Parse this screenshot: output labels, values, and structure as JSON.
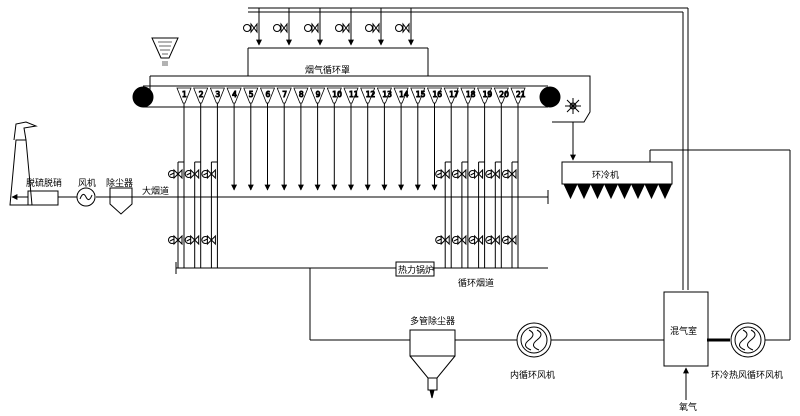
{
  "labels": {
    "flue_gas_hood": "烟气循环罩",
    "desulfurization": "脱硫脱硝",
    "fan": "风机",
    "dust_collector": "除尘器",
    "main_flue": "大烟道",
    "heat_boiler": "热力锅炉",
    "circulation_flue": "循环烟道",
    "multi_tube_dust_collector": "多管除尘器",
    "inner_circulation_fan": "内循环风机",
    "mixing_chamber": "混气室",
    "oxygen": "氧气",
    "ring_cooler": "环冷机",
    "ring_cooler_fan": "环冷热风循环风机"
  },
  "bellows_numbers": [
    "1",
    "2",
    "3",
    "4",
    "5",
    "6",
    "7",
    "8",
    "9",
    "10",
    "11",
    "12",
    "13",
    "14",
    "15",
    "16",
    "17",
    "18",
    "19",
    "20",
    "21"
  ]
}
